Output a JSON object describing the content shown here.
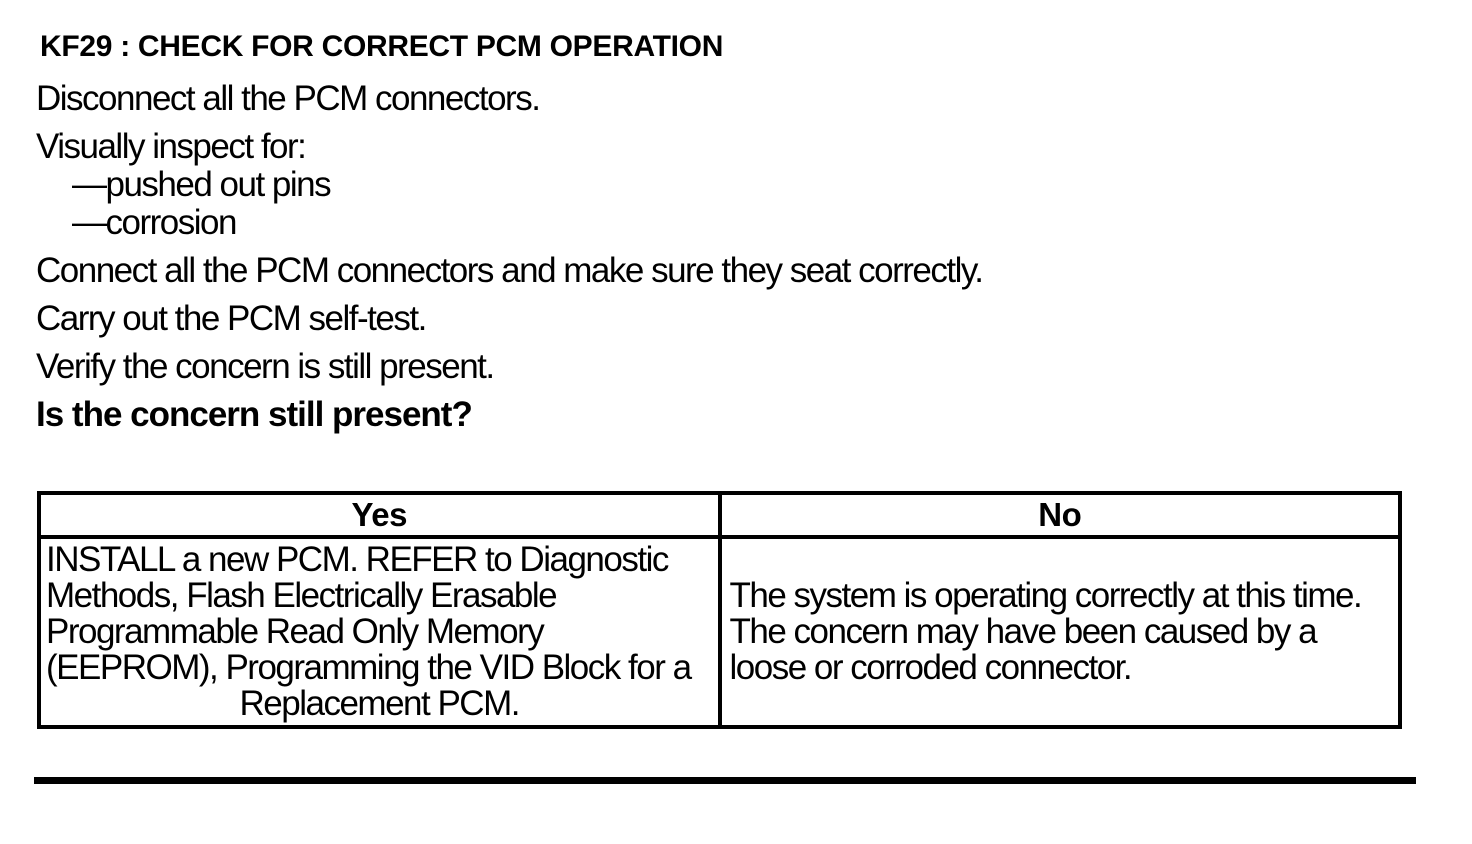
{
  "page": {
    "background_color": "#ffffff",
    "text_color": "#000000"
  },
  "procedure": {
    "title": "KF29 : CHECK FOR CORRECT PCM OPERATION",
    "steps": [
      "Disconnect all the PCM connectors.",
      "Visually inspect for:",
      "—pushed out pins",
      "—corrosion",
      "Connect all the PCM connectors and make sure they seat correctly.",
      "Carry out the PCM self-test.",
      "Verify the concern is still present."
    ],
    "question": "Is the concern still present?"
  },
  "results_table": {
    "columns": [
      {
        "header": "Yes",
        "lines": [
          "INSTALL a new PCM. REFER to Diagnostic",
          "Methods, Flash Electrically Erasable",
          "Programmable Read Only Memory",
          "(EEPROM), Programming the VID Block for a",
          "Replacement PCM."
        ]
      },
      {
        "header": "No",
        "lines": [
          "The system is operating correctly at this time.",
          "The concern may have been caused by a",
          "loose or corroded connector."
        ]
      }
    ]
  }
}
